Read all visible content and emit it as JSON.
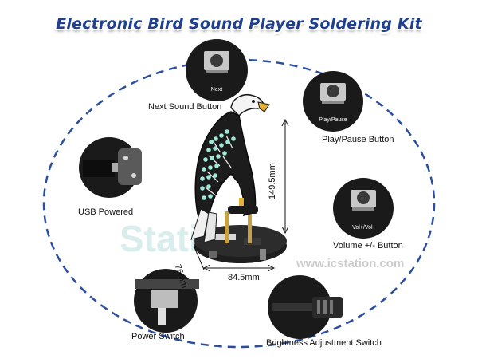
{
  "title": "Electronic Bird Sound Player Soldering Kit",
  "labels": {
    "next": "Next Sound Button",
    "play_pause": "Play/Pause Button",
    "usb": "USB Powered",
    "volume": "Volume +/- Button",
    "power": "Power Switch",
    "brightness": "Brightness Adjustment Switch"
  },
  "button_text": {
    "next": "Next",
    "play_pause": "Play/Pause",
    "volume": "Vol+/Vol-"
  },
  "dimensions": {
    "height": "149.5mm",
    "width": "84.5mm",
    "depth": "76mm"
  },
  "watermark": {
    "brand": "Station",
    "url": "www.icstation.com"
  },
  "colors": {
    "title": "#1f3f8f",
    "ring": "#2b4f9e",
    "callout_bg": "#1a1a1a",
    "led": "#9fe8d8"
  }
}
